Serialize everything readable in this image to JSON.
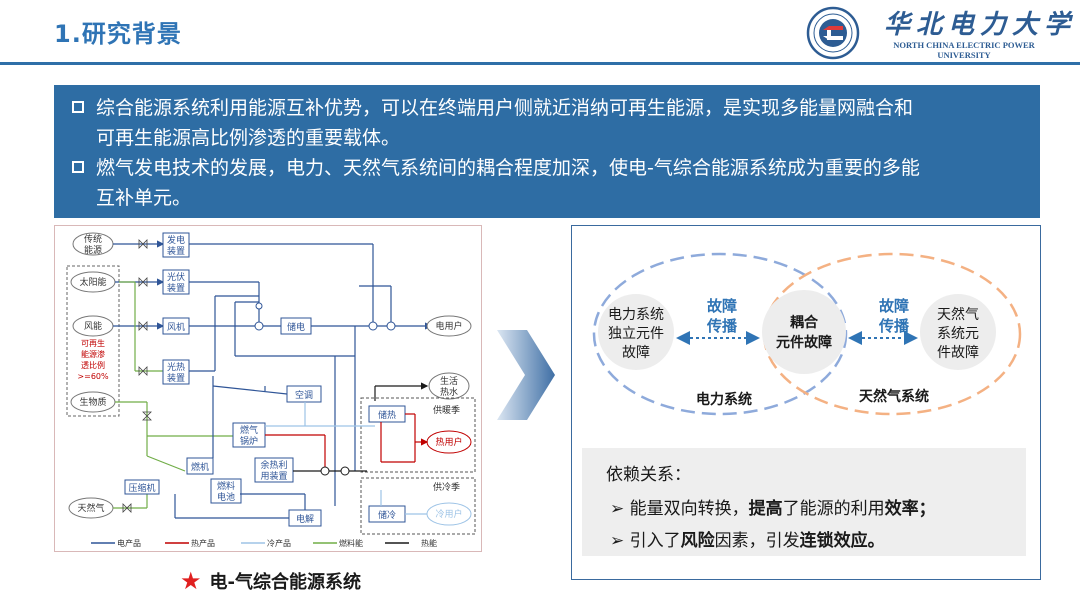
{
  "header": {
    "title": "1.研究背景",
    "university_cn": "华北电力大学",
    "university_en_1": "NORTH CHINA ELECTRIC POWER",
    "university_en_2": "UNIVERSITY"
  },
  "banner": {
    "bullets": [
      {
        "line1": "综合能源系统利用能源互补优势，可以在终端用户侧就近消纳可再生能源，是实现多能量网融合和",
        "line2": "可再生能源高比例渗透的重要载体。"
      },
      {
        "line1": "燃气发电技术的发展，电力、天然气系统间的耦合程度加深，使电-气综合能源系统成为重要的多能",
        "line2": "互补单元。"
      }
    ]
  },
  "left_diagram": {
    "sources": {
      "traditional_1": "传统",
      "traditional_2": "能源",
      "solar": "太阳能",
      "wind": "风能",
      "biomass": "生物质",
      "gas": "天然气"
    },
    "renewable_note": [
      "可再生",
      "能源渗",
      "透比例",
      ">=60%"
    ],
    "devices": {
      "gen_1": "发电",
      "gen_2": "装置",
      "pv_1": "光伏",
      "pv_2": "装置",
      "fan": "风机",
      "solar_thermal_1": "光热",
      "solar_thermal_2": "装置",
      "storage": "储电",
      "aircon": "空调",
      "boiler_1": "燃气",
      "boiler_2": "锅炉",
      "turbine": "燃机",
      "waste_heat_1": "余热利",
      "waste_heat_2": "用装置",
      "fuel_cell_1": "燃料",
      "fuel_cell_2": "电池",
      "compressor": "压缩机",
      "electrolysis": "电解",
      "heat_storage": "储热",
      "cold_storage": "储冷"
    },
    "users": {
      "electric": "电用户",
      "hot_water_1": "生活",
      "hot_water_2": "热水",
      "heat": "热用户",
      "cold": "冷用户"
    },
    "seasons": {
      "heating": "供暖季",
      "cooling": "供冷季"
    },
    "legend": [
      "电产品",
      "热产品",
      "冷产品",
      "燃料能",
      "热能"
    ],
    "colors": {
      "electric": "#2f5597",
      "heat": "#c00000",
      "cold": "#9dc3e6",
      "fuel": "#70ad47",
      "thermal": "#1a1a1a"
    }
  },
  "caption": {
    "text": "电-气综合能源系统"
  },
  "right_diagram": {
    "left_node": [
      "电力系统",
      "独立元件",
      "故障"
    ],
    "center_node": [
      "耦合",
      "元件故障"
    ],
    "right_node": [
      "天然气",
      "系统元",
      "件故障"
    ],
    "prop_left": [
      "故障",
      "传播"
    ],
    "prop_right": [
      "故障",
      "传播"
    ],
    "power_system": "电力系统",
    "gas_system": "天然气系统",
    "colors": {
      "power_ellipse": "#8eaadb",
      "gas_ellipse": "#f4b183",
      "propagation": "#2f74b5"
    }
  },
  "dependency": {
    "title": "依赖关系：",
    "items": [
      {
        "prefix": "能量双向转换，",
        "bold1": "提高",
        "mid": "了能源的利用",
        "bold2": "效率；"
      },
      {
        "prefix": "引入了",
        "bold1": "风险",
        "mid": "因素，引发",
        "bold2": "连锁效应。"
      }
    ]
  }
}
